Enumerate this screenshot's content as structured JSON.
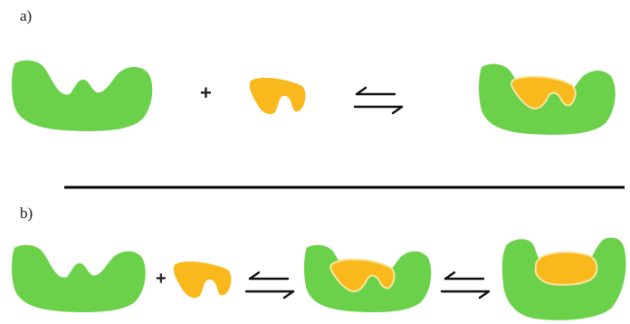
{
  "labels": {
    "panel_a": "a)",
    "panel_b": "b)",
    "plus": "+"
  },
  "colors": {
    "receptor": "#6cd14a",
    "ligand": "#f9b81b",
    "outline": "#f6e6a0",
    "arrow": "#111111",
    "divider": "#000000"
  },
  "panels": {
    "a": {
      "model": "lock-and-key",
      "steps": [
        "receptor",
        "plus",
        "ligand",
        "equilibrium-arrows",
        "complex"
      ]
    },
    "b": {
      "model": "induced-fit",
      "steps": [
        "receptor",
        "plus",
        "ligand",
        "equilibrium-arrows",
        "intermediate-complex",
        "equilibrium-arrows",
        "final-complex"
      ]
    }
  }
}
